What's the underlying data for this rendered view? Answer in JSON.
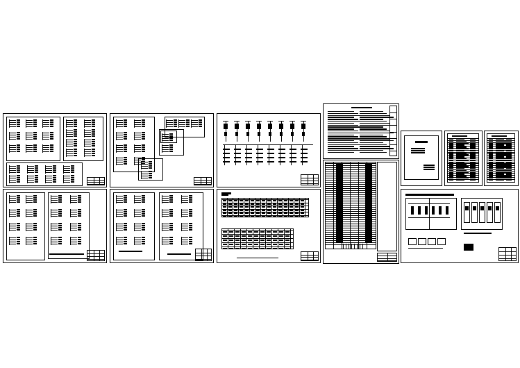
{
  "drawing_set": {
    "background": "#ffffff",
    "line_color": "#000000",
    "sheets": [
      {
        "id": "sheet-1"
      },
      {
        "id": "sheet-2"
      },
      {
        "id": "sheet-3"
      },
      {
        "id": "sheet-4"
      },
      {
        "id": "sheet-5"
      },
      {
        "id": "sheet-6"
      },
      {
        "id": "sheet-7"
      },
      {
        "id": "sheet-8"
      },
      {
        "id": "sheet-9"
      },
      {
        "id": "sheet-10"
      },
      {
        "id": "sheet-11"
      },
      {
        "id": "sheet-12"
      }
    ]
  }
}
